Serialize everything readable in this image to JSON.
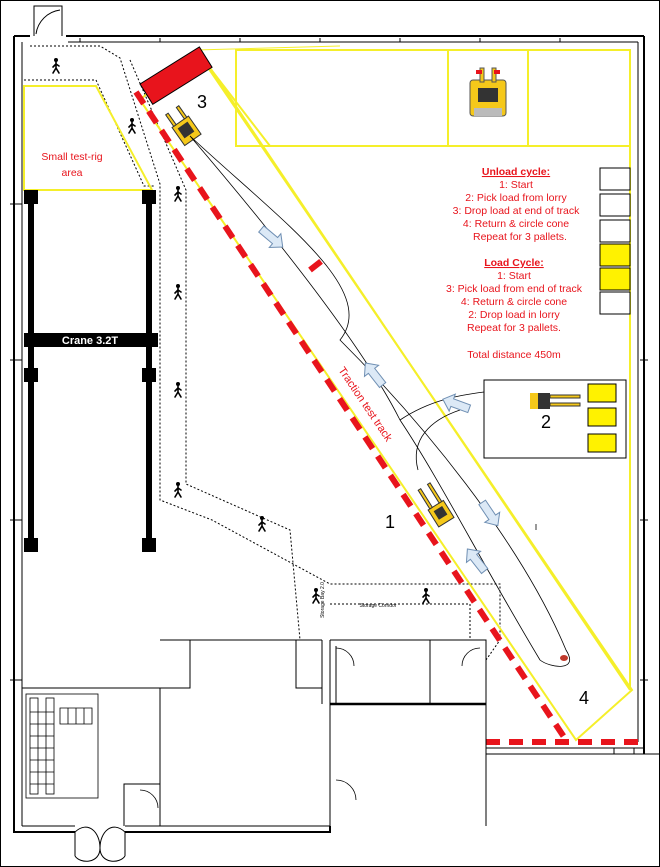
{
  "labels": {
    "small_rig": [
      "Small test-rig",
      "area"
    ],
    "crane": "Crane 3.2T",
    "track": "Traction test track",
    "storage_corridor": "Storage Corridor",
    "storage_side": "Storage Bay 2.0",
    "pos1": "1",
    "pos2": "2",
    "pos3": "3",
    "pos4": "4"
  },
  "unload_cycle": {
    "title": "Unload cycle:",
    "steps": [
      "1: Start",
      "2: Pick load from lorry",
      "3: Drop load at end of track",
      "4: Return & circle cone",
      "Repeat for 3 pallets."
    ]
  },
  "load_cycle": {
    "title": "Load Cycle:",
    "steps": [
      "1: Start",
      "3: Pick load from end of track",
      "4: Return & circle cone",
      "2: Drop load in lorry",
      "Repeat for 3 pallets."
    ]
  },
  "total_distance": "Total distance 450m",
  "icons": [
    "pedestrian-icon",
    "forklift-icon",
    "pallet-icon",
    "direction-arrow-icon",
    "cone-icon",
    "door-icon",
    "stairs-icon"
  ],
  "colors": {
    "track_red": "#e8141c",
    "zone_yellow": "#f5ef2a",
    "pallet_yellow": "#fff200",
    "arrow_fill": "#dce9f6",
    "arrow_stroke": "#6f8fb3",
    "text_red": "#e8141c"
  }
}
